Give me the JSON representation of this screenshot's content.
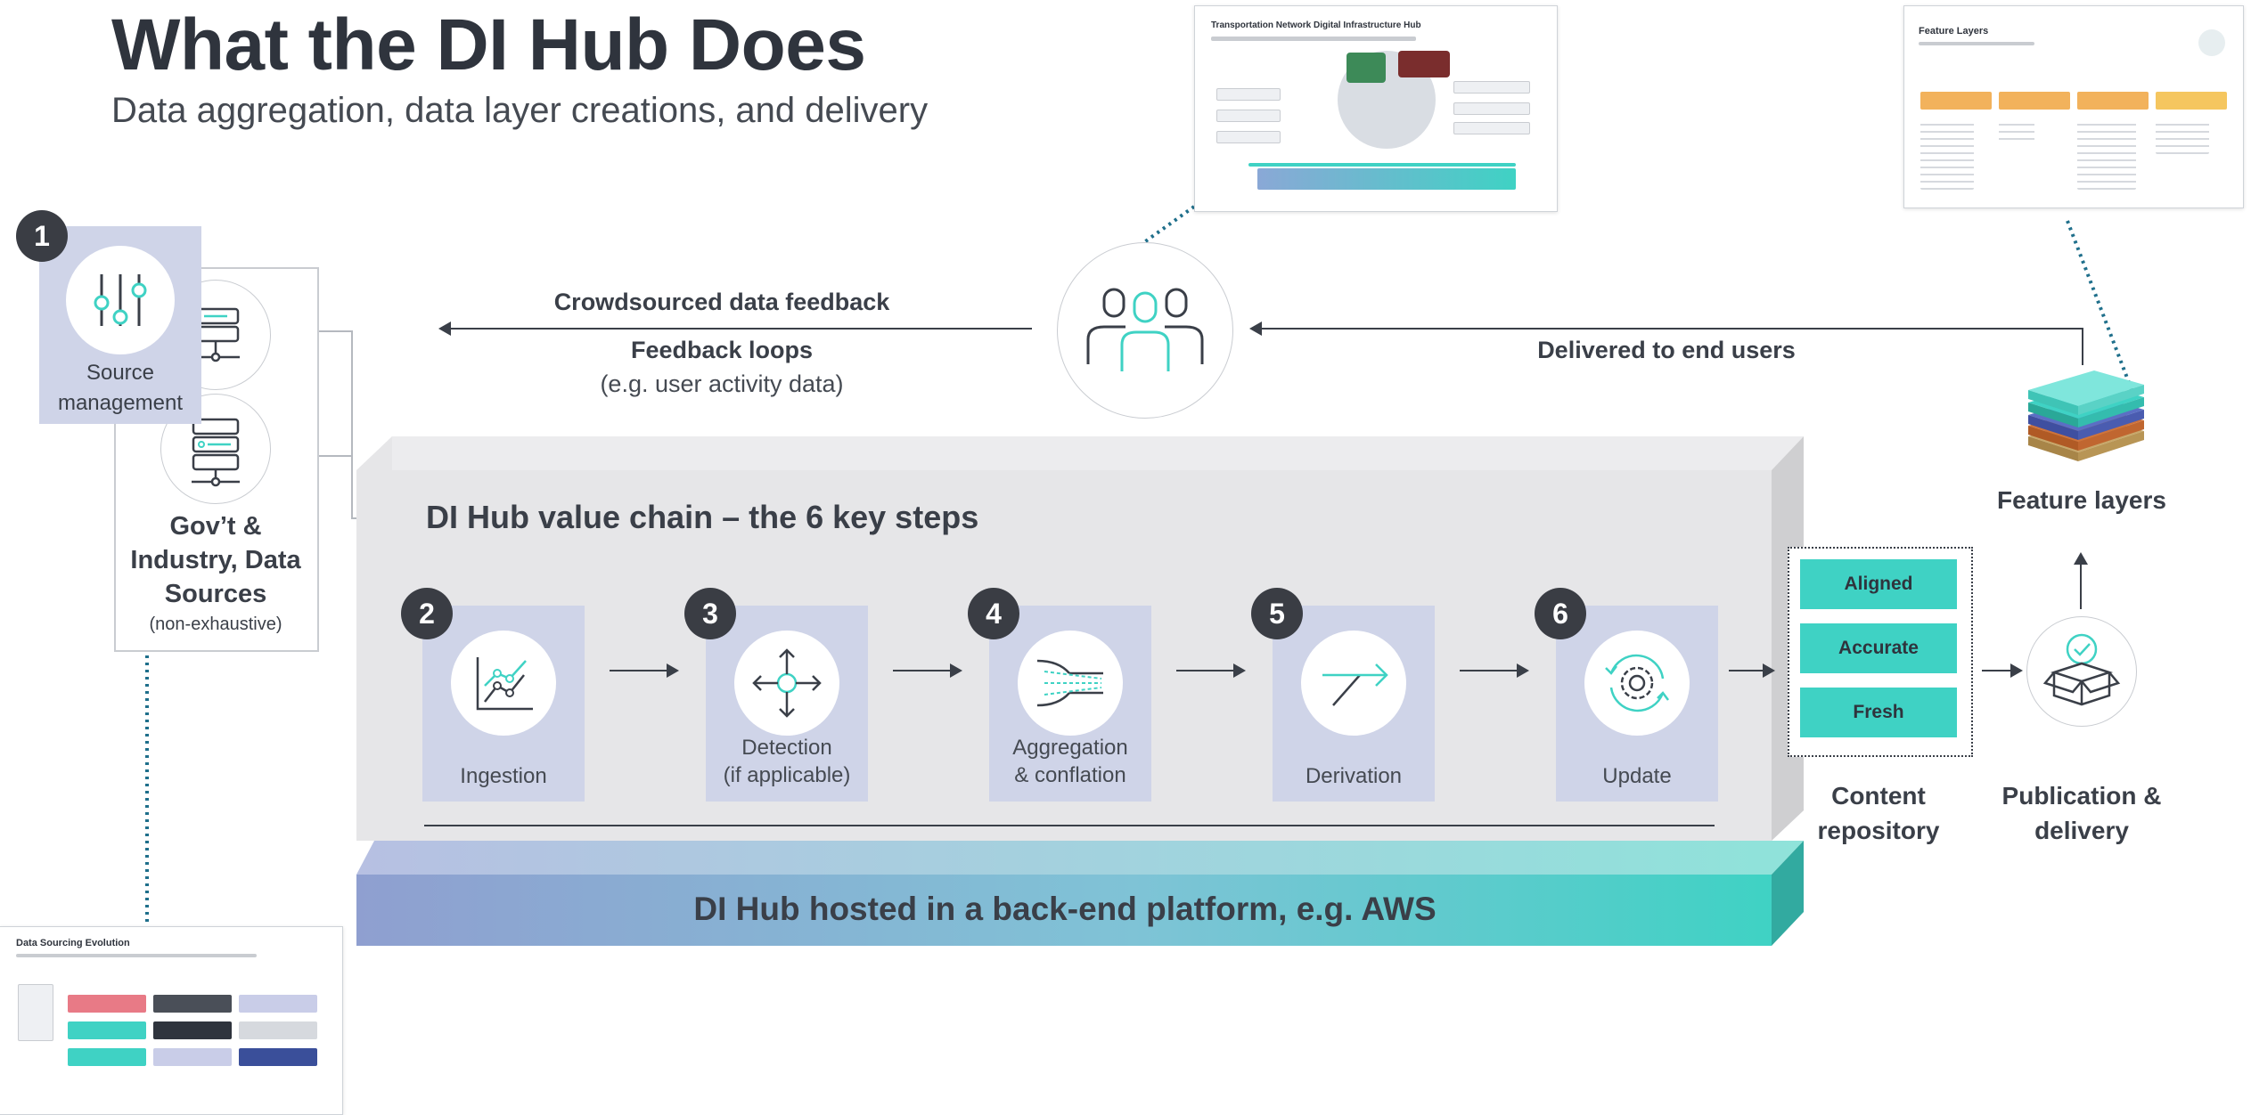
{
  "header": {
    "title": "What the DI Hub Does",
    "subtitle": "Data aggregation, data layer creations, and delivery"
  },
  "thumbnails": {
    "network_hub_title": "Transportation Network Digital Infrastructure Hub",
    "feature_layers_title": "Feature Layers",
    "data_sourcing_title": "Data Sourcing Evolution"
  },
  "source_management": {
    "badge": "1",
    "label": "Source management"
  },
  "sources": {
    "label": "Gov’t & Industry, Data Sources",
    "note": "(non-exhaustive)"
  },
  "feedback": {
    "crowdsourced": "Crowdsourced data feedback",
    "loops": "Feedback loops",
    "loops_example": "(e.g. user activity data)",
    "delivered": "Delivered to end users"
  },
  "value_chain": {
    "title": "DI Hub value chain – the 6 key steps",
    "steps": [
      {
        "num": "2",
        "label": "Ingestion"
      },
      {
        "num": "3",
        "label": "Detection\n(if applicable)"
      },
      {
        "num": "4",
        "label": "Aggregation\n& conflation"
      },
      {
        "num": "5",
        "label": "Derivation"
      },
      {
        "num": "6",
        "label": "Update"
      }
    ],
    "platform": "DI Hub hosted in a back-end platform, e.g. AWS"
  },
  "repository": {
    "items": [
      "Aligned",
      "Accurate",
      "Fresh"
    ],
    "label": "Content repository"
  },
  "feature_layers": {
    "label": "Feature layers"
  },
  "publication": {
    "label": "Publication & delivery"
  },
  "colors": {
    "teal": "#3fd2c4",
    "step_box": "#cfd4e8",
    "badge": "#3a3d44",
    "dotted_link": "#1f6f8b"
  }
}
